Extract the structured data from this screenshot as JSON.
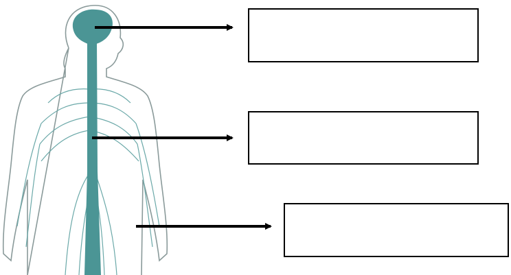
{
  "diagram": {
    "colors": {
      "nervous_system": "#4b9595",
      "outline": "#8a9a9a",
      "nerves": "#6aa8a8",
      "arrows": "#000000",
      "box_border": "#000000"
    },
    "labels": [
      {
        "id": "brain",
        "text": ""
      },
      {
        "id": "spinal-cord",
        "text": ""
      },
      {
        "id": "nerves",
        "text": ""
      }
    ]
  }
}
